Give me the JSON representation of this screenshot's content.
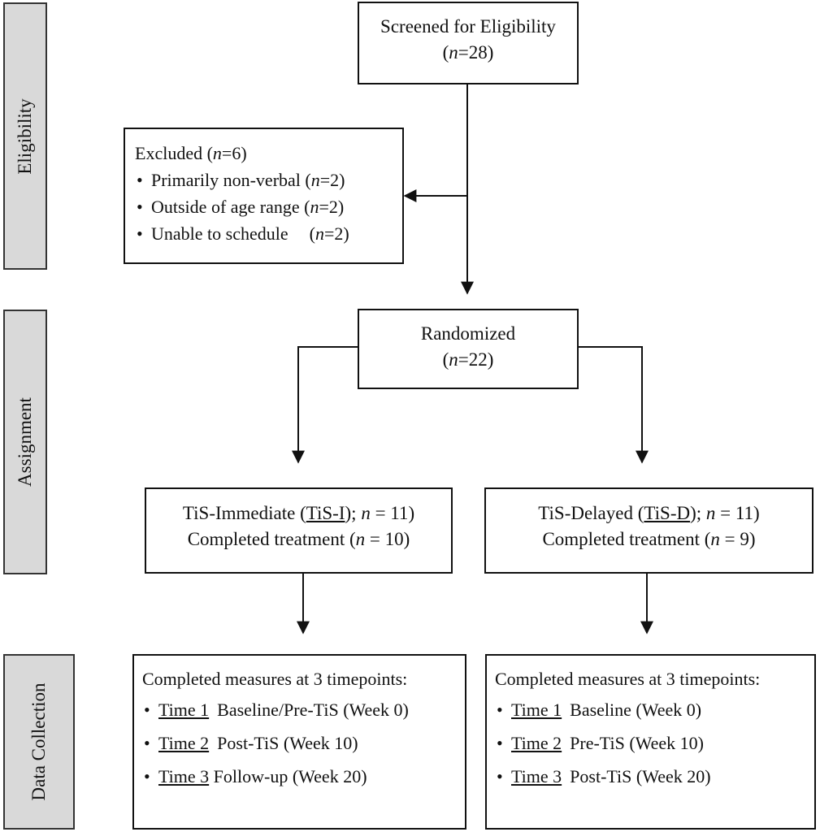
{
  "stages": {
    "eligibility": "Eligibility",
    "assignment": "Assignment",
    "data_collection": "Data Collection"
  },
  "screened": {
    "title": "Screened for Eligibility",
    "n_label": "n",
    "n_value": "=28"
  },
  "excluded": {
    "title": "Excluded",
    "n_label": "n",
    "n_value": "=6",
    "items": [
      {
        "text": "Primarily non-verbal",
        "n_label": "n",
        "n_value": "=2"
      },
      {
        "text": "Outside of age range",
        "n_label": "n",
        "n_value": "=2"
      },
      {
        "text": "Unable to schedule",
        "n_label": "n",
        "n_value": "=2"
      }
    ]
  },
  "randomized": {
    "title": "Randomized",
    "n_label": "n",
    "n_value": "=22"
  },
  "groups": [
    {
      "name": "TiS-Immediate",
      "abbr": "TiS-I",
      "n_label": "n",
      "n_value": " = 11",
      "completed": "Completed treatment",
      "completed_n_label": "n",
      "completed_n_value": " = 10",
      "measures_title": "Completed measures at 3 timepoints:",
      "timepoints": [
        {
          "time": "Time 1",
          "desc": "Baseline/Pre-TiS (Week 0)"
        },
        {
          "time": "Time 2",
          "desc": "Post-TiS (Week 10)"
        },
        {
          "time": "Time 3",
          "desc": "Follow-up (Week 20)"
        }
      ]
    },
    {
      "name": "TiS-Delayed",
      "abbr": "TiS-D",
      "n_label": "n",
      "n_value": " = 11",
      "completed": "Completed treatment",
      "completed_n_label": "n",
      "completed_n_value": " = 9",
      "measures_title": "Completed measures at 3 timepoints:",
      "timepoints": [
        {
          "time": "Time 1",
          "desc": "Baseline (Week 0)"
        },
        {
          "time": "Time 2",
          "desc": "Pre-TiS (Week 10)"
        },
        {
          "time": "Time 3",
          "desc": "Post-TiS (Week 20)"
        }
      ]
    }
  ]
}
